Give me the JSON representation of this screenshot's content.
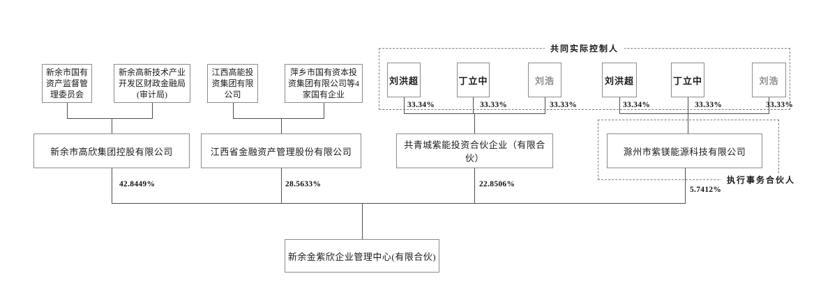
{
  "colors": {
    "line": "#4d4d4d",
    "box_border": "#8a8a8a",
    "dashed_border": "#7d7d7d",
    "text": "#1a1a1a",
    "muted_text": "#8c8c8c",
    "background": "#ffffff"
  },
  "labels": {
    "joint_controllers": "共同实际控制人",
    "executive_partner": "执行事务合伙人"
  },
  "row1_orgs": [
    {
      "name": "新余市国有资产监督管理委员会"
    },
    {
      "name": "新余高新技术产业开发区财政金融局(审计局)"
    },
    {
      "name": "江西高能投资集团有限公司"
    },
    {
      "name": "萍乡市国有资本投资集团有限公司等4家国有企业"
    }
  ],
  "persons_left": [
    {
      "name": "刘洪超",
      "pct": "33.34%"
    },
    {
      "name": "丁立中",
      "pct": "33.33%"
    },
    {
      "name": "刘浩",
      "pct": "33.33%"
    }
  ],
  "persons_right": [
    {
      "name": "刘洪超",
      "pct": "33.34%"
    },
    {
      "name": "丁立中",
      "pct": "33.33%"
    },
    {
      "name": "刘浩",
      "pct": "33.33%"
    }
  ],
  "row2_companies": [
    {
      "name": "新余市高欣集团控股有限公司",
      "pct": "42.8449%"
    },
    {
      "name": "江西省金融资产管理股份有限公司",
      "pct": "28.5633%"
    },
    {
      "name": "共青城紫能投资合伙企业（有限合伙）",
      "pct": "22.8506%"
    },
    {
      "name": "滁州市紫镁能源科技有限公司",
      "pct": "5.7412%"
    }
  ],
  "target_company": {
    "name": "新余金紫欣企业管理中心(有限合伙)"
  }
}
